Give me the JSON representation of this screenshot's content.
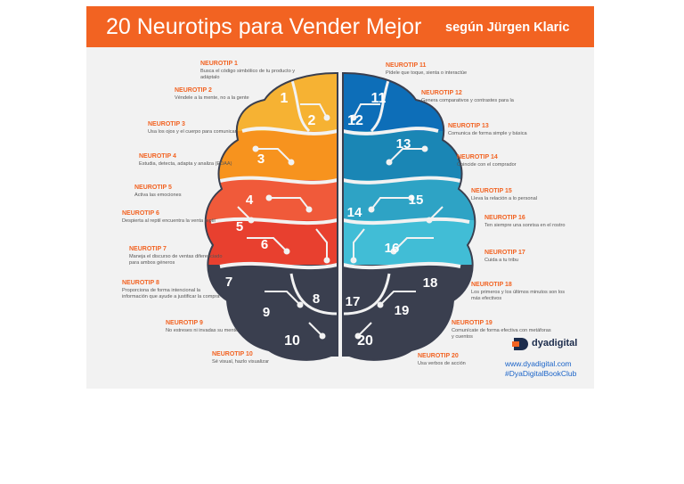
{
  "title": "20 Neurotips para Vender Mejor",
  "subtitle": "según Jürgen Klaric",
  "colors": {
    "banner": "#f26322",
    "left_lobes": [
      "#f6b233",
      "#f7931e",
      "#f05a3a",
      "#e8402f",
      "#3a3f4f"
    ],
    "right_lobes": [
      "#0d6eb8",
      "#1a86b5",
      "#2ea3c5",
      "#41bdd6",
      "#3a3f4f"
    ]
  },
  "icons": {
    "logo": "dyadigital-logo-icon"
  },
  "tips": [
    {
      "label": "NEUROTIP 1",
      "text": "Busca el código simbólico de tu producto y adáptalo"
    },
    {
      "label": "NEUROTIP 2",
      "text": "Véndele a la mente, no a la gente"
    },
    {
      "label": "NEUROTIP 3",
      "text": "Usa los ojos y el cuerpo para comunicar"
    },
    {
      "label": "NEUROTIP 4",
      "text": "Estudia, detecta, adapta y analiza (EDAA)"
    },
    {
      "label": "NEUROTIP 5",
      "text": "Activa las emociones"
    },
    {
      "label": "NEUROTIP 6",
      "text": "Despierta al reptil encuentra la venta reptil"
    },
    {
      "label": "NEUROTIP 7",
      "text": "Maneja el discurso de ventas diferenciado para ambos géneros"
    },
    {
      "label": "NEUROTIP 8",
      "text": "Proporciona de forma intencional la información que ayude a justificar la compra"
    },
    {
      "label": "NEUROTIP 9",
      "text": "No estreses ni invadas su mente"
    },
    {
      "label": "NEUROTIP 10",
      "text": "Sé visual, hazlo visualizar"
    },
    {
      "label": "NEUROTIP 11",
      "text": "Pídele que toque, sienta o interactúe"
    },
    {
      "label": "NEUROTIP 12",
      "text": "Genera comparativos y contrastes para la"
    },
    {
      "label": "NEUROTIP 13",
      "text": "Comunica de forma simple y básica"
    },
    {
      "label": "NEUROTIP 14",
      "text": "Coincide con el comprador"
    },
    {
      "label": "NEUROTIP 15",
      "text": "Lleva la relación a lo personal"
    },
    {
      "label": "NEUROTIP 16",
      "text": "Ten siempre una sonrisa en el rostro"
    },
    {
      "label": "NEUROTIP 17",
      "text": "Cuida a tu tribu"
    },
    {
      "label": "NEUROTIP 18",
      "text": "Los primeros y los últimos minutos son los más efectivos"
    },
    {
      "label": "NEUROTIP 19",
      "text": "Comunícate de forma efectiva con metáforas y cuentos"
    },
    {
      "label": "NEUROTIP 20",
      "text": "Usa verbos de acción"
    }
  ],
  "numbers": [
    "1",
    "2",
    "3",
    "4",
    "5",
    "6",
    "7",
    "8",
    "9",
    "10",
    "11",
    "12",
    "13",
    "14",
    "15",
    "16",
    "17",
    "18",
    "19",
    "20"
  ],
  "brand": {
    "name": "dyadigital",
    "url": "www.dyadigital.com",
    "hashtag": "#DyaDigitalBookClub"
  }
}
